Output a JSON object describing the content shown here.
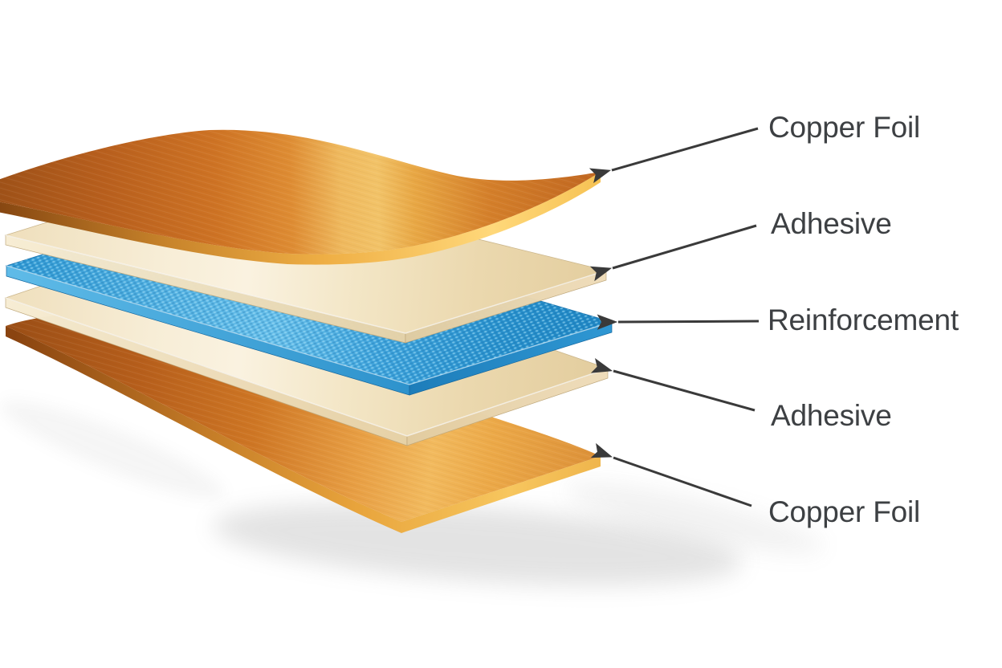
{
  "figure": {
    "description": "Exploded view diagram of a five-layer copper clad laminate stack",
    "background_color": "#ffffff",
    "label_color": "#3d4043",
    "arrow_color": "#3a3a3a",
    "layers": [
      {
        "name": "copper-foil-top",
        "label": "Copper Foil",
        "material_color": "#D9822B"
      },
      {
        "name": "adhesive-top",
        "label": "Adhesive",
        "material_color": "#F5EBD2"
      },
      {
        "name": "reinforcement",
        "label": "Reinforcement",
        "material_color": "#35A3DE"
      },
      {
        "name": "adhesive-bottom",
        "label": "Adhesive",
        "material_color": "#F5EBD2"
      },
      {
        "name": "copper-foil-bottom",
        "label": "Copper Foil",
        "material_color": "#E39A3F"
      }
    ]
  }
}
